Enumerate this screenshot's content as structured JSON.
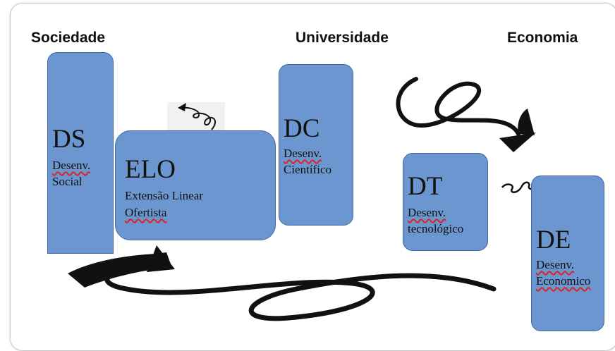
{
  "headings": {
    "sociedade": "Sociedade",
    "universidade": "Universidade",
    "economia": "Economia"
  },
  "boxes": {
    "ds": {
      "abbr": "DS",
      "line1": "Desenv.",
      "line2": "Social"
    },
    "elo": {
      "abbr": "ELO",
      "line1": "Extensão Linear",
      "line2": "Ofertista"
    },
    "dc": {
      "abbr": "DC",
      "line1": "Desenv.",
      "line2": "Científico"
    },
    "dt": {
      "abbr": "DT",
      "line1": "Desenv.",
      "line2": "tecnológico"
    },
    "de": {
      "abbr": "DE",
      "line1": "Desenv.",
      "line2": "Economico"
    }
  },
  "colors": {
    "box_fill": "#6c96cf",
    "box_border": "#3f67a3",
    "arrow": "#111111",
    "spellcheck": "#d22222"
  }
}
